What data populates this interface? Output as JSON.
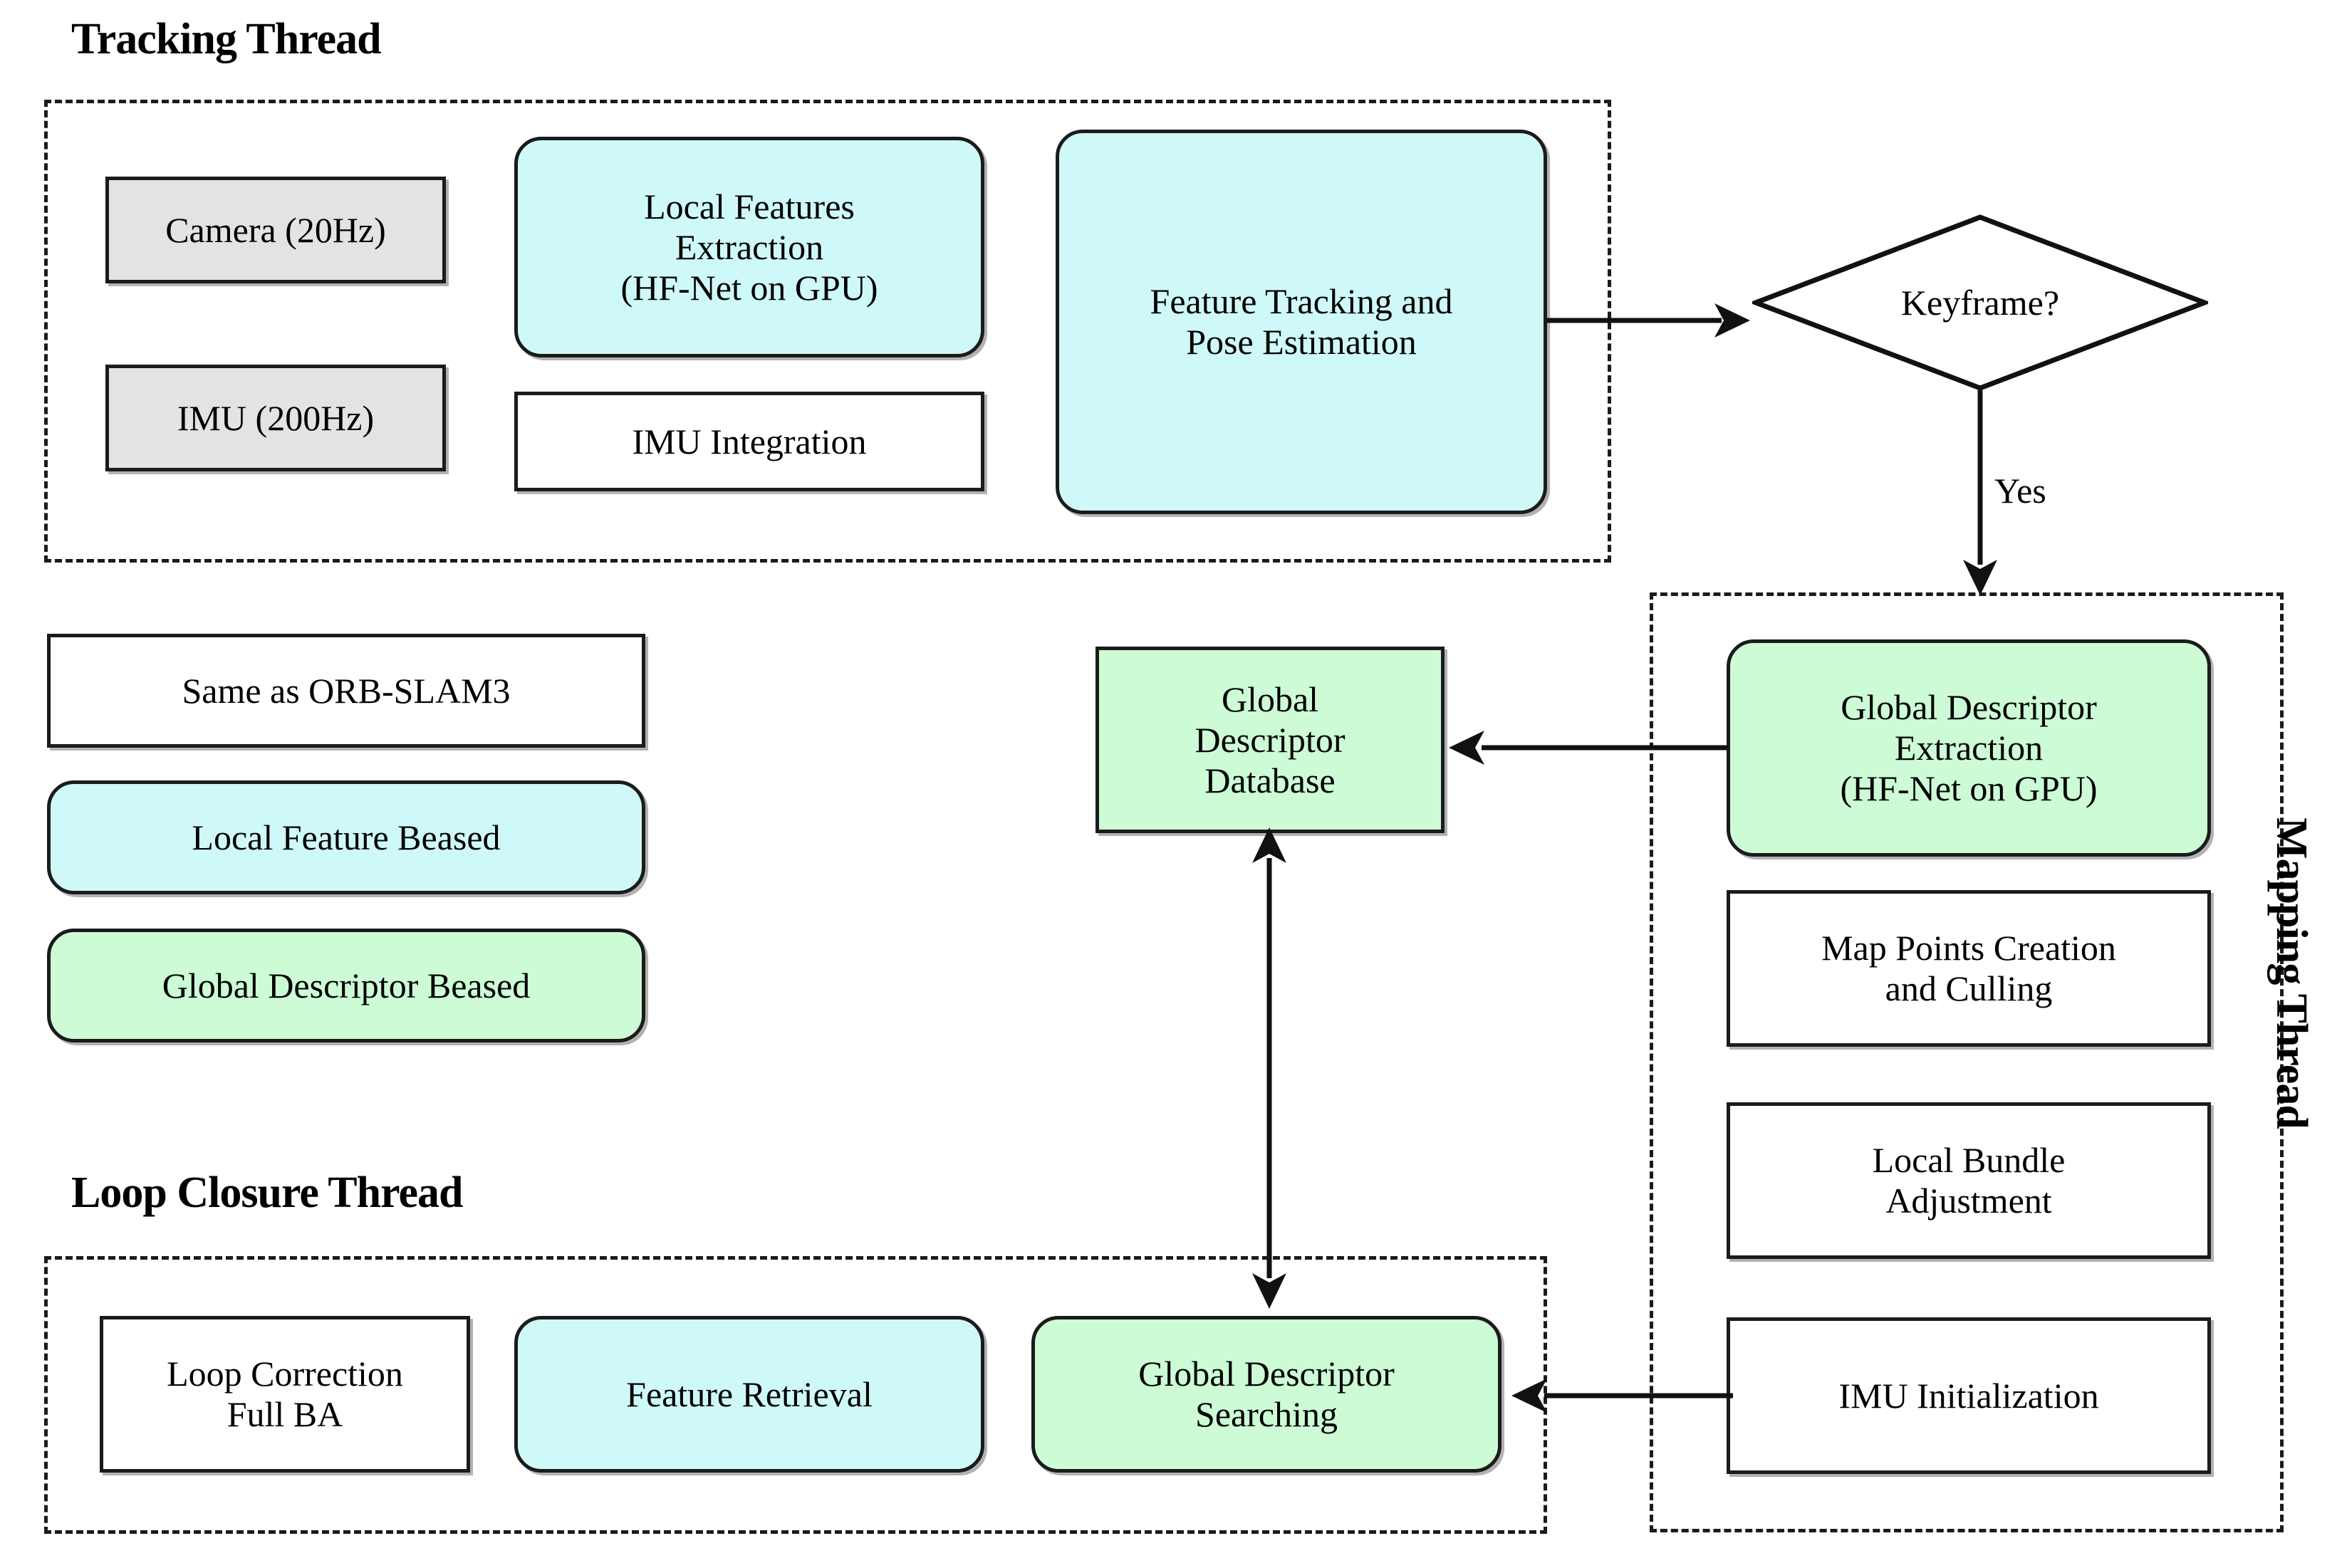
{
  "figure": {
    "type": "system-architecture-flowchart",
    "title_visible": false
  },
  "threads": {
    "tracking": {
      "title": "Tracking Thread",
      "nodes": [
        {
          "id": "camera",
          "label": "Camera (20Hz)",
          "style": "gray-rect"
        },
        {
          "id": "imu",
          "label": "IMU (200Hz)",
          "style": "gray-rect"
        },
        {
          "id": "local_feat",
          "label": "Local Features\nExtraction\n(HF-Net on GPU)",
          "style": "cyan-rounded"
        },
        {
          "id": "imu_integ",
          "label": "IMU Integration",
          "style": "white-rect"
        },
        {
          "id": "feat_track",
          "label": "Feature Tracking and\nPose Estimation",
          "style": "cyan-rounded"
        }
      ]
    },
    "mapping": {
      "title": "Mapping Thread",
      "nodes": [
        {
          "id": "gd_extract",
          "label": "Global Descriptor\nExtraction\n(HF-Net on GPU)",
          "style": "green-rounded"
        },
        {
          "id": "map_points",
          "label": "Map Points Creation\nand Culling",
          "style": "white-rect"
        },
        {
          "id": "local_ba",
          "label": "Local Bundle\nAdjustment",
          "style": "white-rect"
        },
        {
          "id": "imu_init",
          "label": "IMU Initialization",
          "style": "white-rect"
        }
      ]
    },
    "loop_closure": {
      "title": "Loop Closure Thread",
      "nodes": [
        {
          "id": "loop_corr",
          "label": "Loop Correction\nFull BA",
          "style": "white-rect"
        },
        {
          "id": "feat_retr",
          "label": "Feature Retrieval",
          "style": "cyan-rounded"
        },
        {
          "id": "gd_search",
          "label": "Global Descriptor\nSearching",
          "style": "green-rounded"
        }
      ]
    }
  },
  "decision": {
    "id": "keyframe",
    "label": "Keyframe?",
    "yes_branch_label": "Yes"
  },
  "shared": {
    "database": {
      "id": "gd_db",
      "label": "Global\nDescriptor\nDatabase",
      "style": "green-rect"
    }
  },
  "legend": {
    "items": [
      {
        "label": "Same as ORB-SLAM3",
        "style": "white-rect"
      },
      {
        "label": "Local Feature Beased",
        "style": "cyan-rounded"
      },
      {
        "label": "Global Descriptor Beased",
        "style": "green-rounded"
      }
    ]
  },
  "edges": [
    {
      "from": "feat_track",
      "to": "keyframe",
      "label": "",
      "direction": "one-way"
    },
    {
      "from": "keyframe",
      "to": "gd_extract",
      "label": "Yes",
      "direction": "one-way"
    },
    {
      "from": "gd_extract",
      "to": "gd_db",
      "label": "",
      "direction": "one-way"
    },
    {
      "from": "gd_db",
      "to": "gd_search",
      "label": "",
      "direction": "two-way"
    },
    {
      "from": "imu_init",
      "to": "gd_search",
      "label": "",
      "direction": "one-way"
    }
  ],
  "colors": {
    "cyan_fill": "#CFF9F8",
    "green_fill": "#CCFBD6",
    "gray_fill": "#E3E3E3",
    "white_fill": "#FFFFFF",
    "stroke": "#1B1B1B",
    "background": "#FFFFFF"
  }
}
